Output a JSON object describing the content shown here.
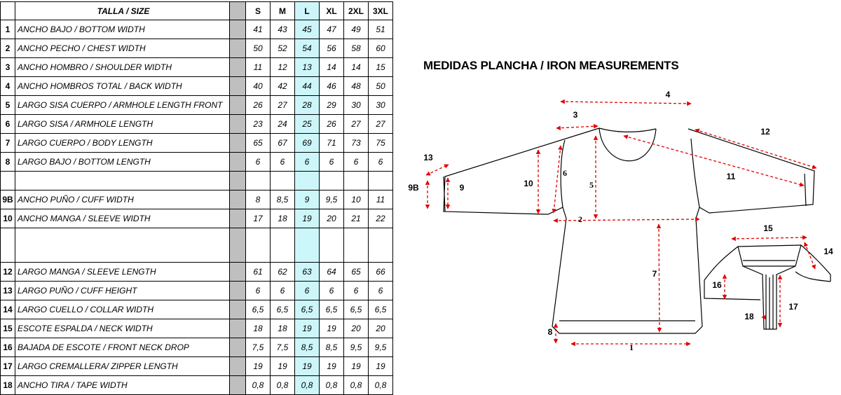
{
  "table": {
    "header": {
      "label": "TALLA / SIZE",
      "sizes": [
        "S",
        "M",
        "L",
        "XL",
        "2XL",
        "3XL"
      ]
    },
    "rows": [
      {
        "num": "1",
        "label": "ANCHO BAJO / BOTTOM WIDTH",
        "values": [
          "41",
          "43",
          "45",
          "47",
          "49",
          "51"
        ]
      },
      {
        "num": "2",
        "label": "ANCHO PECHO / CHEST WIDTH",
        "values": [
          "50",
          "52",
          "54",
          "56",
          "58",
          "60"
        ]
      },
      {
        "num": "3",
        "label": "ANCHO HOMBRO / SHOULDER WIDTH",
        "values": [
          "11",
          "12",
          "13",
          "14",
          "14",
          "15"
        ]
      },
      {
        "num": "4",
        "label": "ANCHO HOMBROS TOTAL / BACK WIDTH",
        "values": [
          "40",
          "42",
          "44",
          "46",
          "48",
          "50"
        ]
      },
      {
        "num": "5",
        "label": "LARGO SISA CUERPO / ARMHOLE LENGTH FRONT",
        "values": [
          "26",
          "27",
          "28",
          "29",
          "30",
          "30"
        ]
      },
      {
        "num": "6",
        "label": "LARGO SISA / ARMHOLE LENGTH",
        "values": [
          "23",
          "24",
          "25",
          "26",
          "27",
          "27"
        ]
      },
      {
        "num": "7",
        "label": "LARGO CUERPO / BODY LENGTH",
        "values": [
          "65",
          "67",
          "69",
          "71",
          "73",
          "75"
        ]
      },
      {
        "num": "8",
        "label": "LARGO BAJO / BOTTOM LENGTH",
        "values": [
          "6",
          "6",
          "6",
          "6",
          "6",
          "6"
        ]
      },
      {
        "num": "9B",
        "label": "ANCHO PUÑO / CUFF WIDTH",
        "values": [
          "8",
          "8,5",
          "9",
          "9,5",
          "10",
          "11"
        ]
      },
      {
        "num": "10",
        "label": "ANCHO  MANGA /  SLEEVE WIDTH",
        "values": [
          "17",
          "18",
          "19",
          "20",
          "21",
          "22"
        ]
      },
      {
        "num": "12",
        "label": "LARGO MANGA / SLEEVE LENGTH",
        "values": [
          "61",
          "62",
          "63",
          "64",
          "65",
          "66"
        ]
      },
      {
        "num": "13",
        "label": "LARGO PUÑO / CUFF HEIGHT",
        "values": [
          "6",
          "6",
          "6",
          "6",
          "6",
          "6"
        ]
      },
      {
        "num": "14",
        "label": "LARGO CUELLO / COLLAR WIDTH",
        "values": [
          "6,5",
          "6,5",
          "6,5",
          "6,5",
          "6,5",
          "6,5"
        ]
      },
      {
        "num": "15",
        "label": " ESCOTE ESPALDA / NECK WIDTH",
        "values": [
          "18",
          "18",
          "19",
          "19",
          "20",
          "20"
        ]
      },
      {
        "num": "16",
        "label": "BAJADA DE ESCOTE / FRONT NECK DROP",
        "values": [
          "7,5",
          "7,5",
          "8,5",
          "8,5",
          "9,5",
          "9,5"
        ]
      },
      {
        "num": "17",
        "label": "LARGO CREMALLERA/ ZIPPER LENGTH",
        "values": [
          "19",
          "19",
          "19",
          "19",
          "19",
          "19"
        ]
      },
      {
        "num": "18",
        "label": "ANCHO TIRA / TAPE WIDTH",
        "values": [
          "0,8",
          "0,8",
          "0,8",
          "0,8",
          "0,8",
          "0,8"
        ]
      }
    ]
  },
  "drawing": {
    "title": "MEDIDAS PLANCHA / IRON MEASUREMENTS",
    "callouts": {
      "c1": "1",
      "c2": "2",
      "c3": "3",
      "c4": "4",
      "c5": "5",
      "c6": "6",
      "c7": "7",
      "c8": "8",
      "c9": "9",
      "c9b": "9B",
      "c10": "10",
      "c11": "11",
      "c12": "12",
      "c13": "13",
      "c14": "14",
      "c15": "15",
      "c16": "16",
      "c17": "17",
      "c18": "18"
    }
  },
  "colors": {
    "highlight_column": "#ccf6fa",
    "separator": "#bfbfbf",
    "arrow": "#e00000",
    "line": "#000000"
  }
}
